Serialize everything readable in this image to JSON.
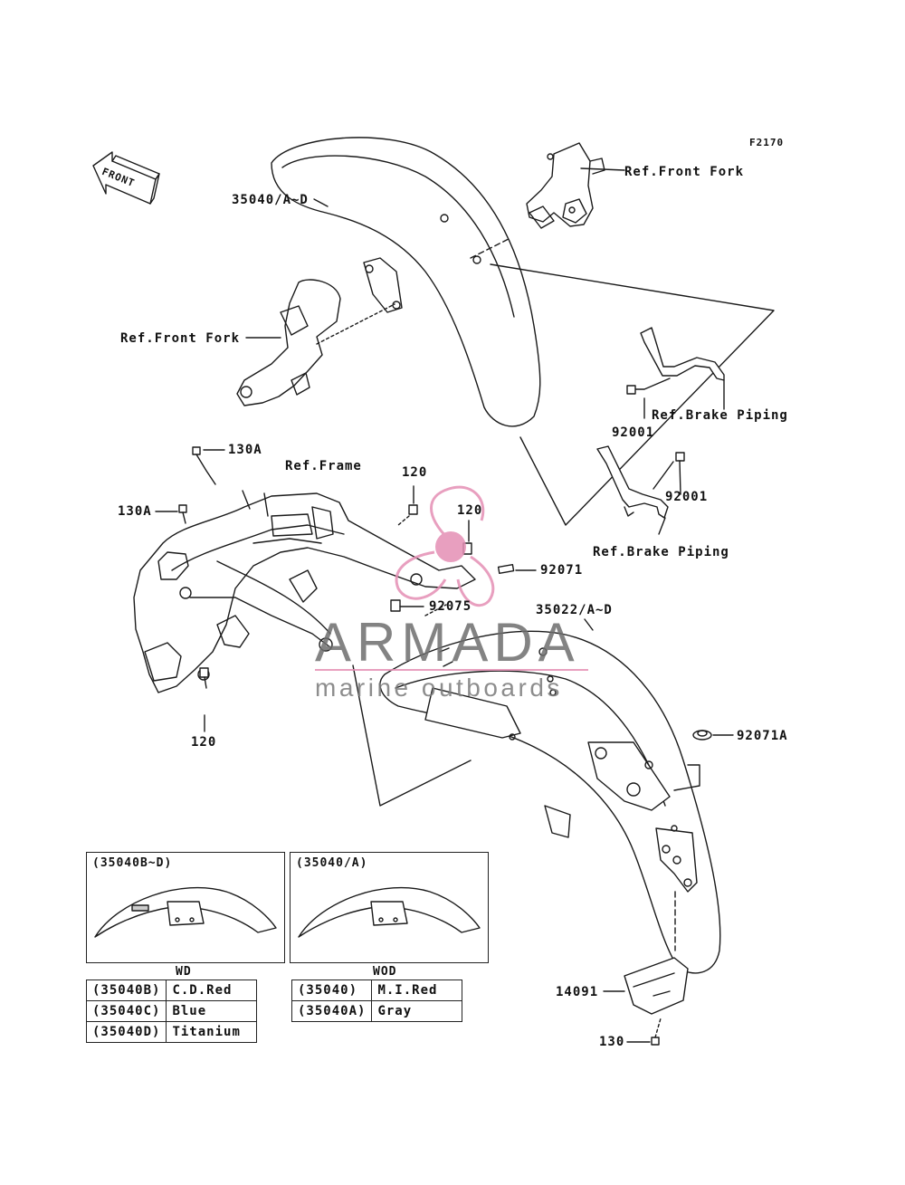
{
  "figure_code": "F2170",
  "front_arrow_label": "FRONT",
  "callouts": {
    "fender_front": "35040/A~D",
    "ref_front_fork_top": "Ref.Front Fork",
    "ref_front_fork_left": "Ref.Front Fork",
    "ref_brake_piping_1": "Ref.Brake Piping",
    "bolt_92001_a": "92001",
    "bolt_92001_b": "92001",
    "ref_brake_piping_2": "Ref.Brake Piping",
    "bolt_130a_top": "130A",
    "bolt_130a_left": "130A",
    "ref_frame": "Ref.Frame",
    "bolt_120_a": "120",
    "bolt_120_b": "120",
    "part_92071": "92071",
    "part_92075": "92075",
    "fender_rear": "35022/A~D",
    "part_92071a": "92071A",
    "bolt_120_c": "120",
    "part_14091": "14091",
    "bolt_130": "130"
  },
  "inset_wd": {
    "title": "(35040B~D)",
    "caption": "WD",
    "rows": [
      {
        "code": "(35040B)",
        "color": "C.D.Red"
      },
      {
        "code": "(35040C)",
        "color": "Blue"
      },
      {
        "code": "(35040D)",
        "color": "Titanium"
      }
    ]
  },
  "inset_wod": {
    "title": "(35040/A)",
    "caption": "WOD",
    "rows": [
      {
        "code": "(35040)",
        "color": "M.I.Red"
      },
      {
        "code": "(35040A)",
        "color": "Gray"
      }
    ]
  },
  "watermark": {
    "title": "ARMADA",
    "subtitle": "marine outboards",
    "accent_color": "#e58fb4",
    "text_color": "#6e6e6e"
  }
}
